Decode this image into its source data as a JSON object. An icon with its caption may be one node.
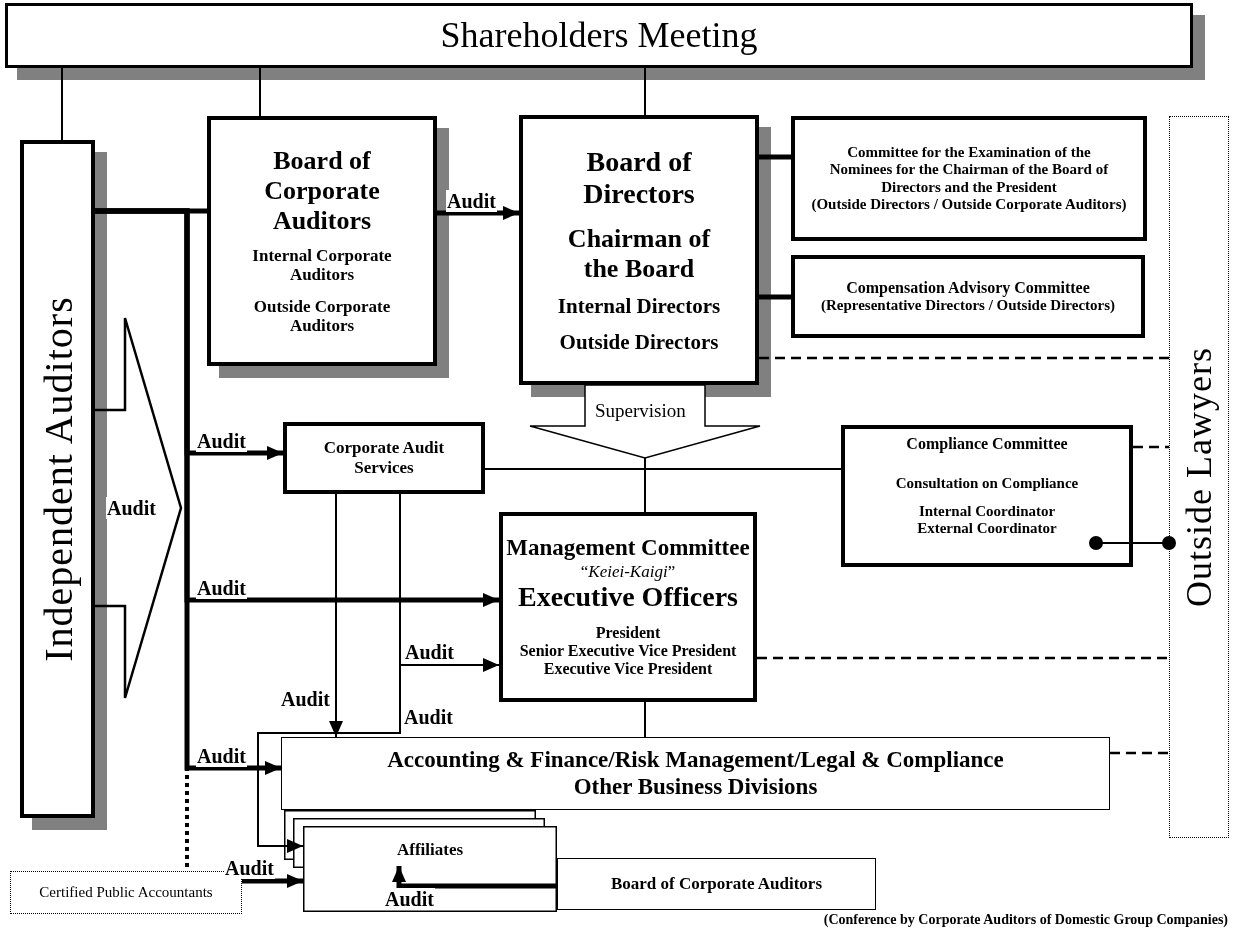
{
  "diagram": {
    "nodes": [
      {
        "text": [
          "Shareholders Meeting"
        ]
      },
      {
        "text": [
          "Independent Auditors"
        ]
      },
      {
        "text": [
          "Board of Corporate Auditors",
          "Internal Corporate Auditors",
          "Outside Corporate Auditors"
        ]
      },
      {
        "text": [
          "Board of Directors",
          "Chairman of the Board",
          "Internal Directors",
          "Outside Directors"
        ]
      },
      {
        "text": [
          "Committee for the Examination of the Nominees for the Chairman of the Board of Directors and the President",
          "(Outside Directors / Outside Corporate Auditors)"
        ]
      },
      {
        "text": [
          "Compensation Advisory Committee",
          "(Representative Directors / Outside Directors)"
        ]
      },
      {
        "text": [
          "Outside Lawyers"
        ]
      },
      {
        "text": [
          "Corporate Audit Services"
        ]
      },
      {
        "text": [
          "Compliance Committee",
          "Consultation on Compliance",
          "Internal Coordinator",
          "External Coordinator"
        ]
      },
      {
        "text": [
          "Management Committee",
          "“*Keiei-Kaigi*”",
          "Executive Officers",
          "President",
          "Senior Executive Vice President",
          "Executive Vice President"
        ]
      },
      {
        "text": [
          "Accounting & Finance/Risk Management/Legal & Compliance",
          "Other Business Divisions"
        ]
      },
      {
        "text": [
          "Affiliates"
        ]
      },
      {
        "text": [
          "Board of Corporate Auditors"
        ]
      },
      {
        "text": [
          "Certified Public Accountants"
        ]
      }
    ],
    "edges": [
      {
        "from": 0,
        "to": 1,
        "arrow": "none"
      },
      {
        "from": 0,
        "to": 2,
        "arrow": "none"
      },
      {
        "from": 0,
        "to": 3,
        "arrow": "none"
      },
      {
        "from": 1,
        "to": 2,
        "arrow": "none",
        "style": "thick"
      },
      {
        "from": 2,
        "to": 3,
        "arrow": "to",
        "label": "Audit",
        "style": "thick"
      },
      {
        "from": 3,
        "to": 4,
        "arrow": "none",
        "style": "thick"
      },
      {
        "from": 3,
        "to": 5,
        "arrow": "none",
        "style": "thick"
      },
      {
        "from": 3,
        "to": 6,
        "arrow": "none",
        "style": "dashed"
      },
      {
        "from": 1,
        "to": 7,
        "arrow": "to",
        "label": "Audit",
        "style": "thick"
      },
      {
        "from": 1,
        "to": 9,
        "arrow": "to",
        "label": "Audit",
        "style": "thick"
      },
      {
        "from": 1,
        "to": 10,
        "arrow": "to",
        "label": "Audit",
        "style": "thick"
      },
      {
        "from": 1,
        "to": 13,
        "arrow": "none",
        "style": "dashed"
      },
      {
        "from": 3,
        "to": null,
        "arrow": "to",
        "label": "Supervision"
      },
      {
        "from": 7,
        "to": 8,
        "arrow": "none"
      },
      {
        "from": 7,
        "to": 10,
        "arrow": "to",
        "label": "Audit"
      },
      {
        "from": 7,
        "to": 11,
        "arrow": "to",
        "label": "Audit"
      },
      {
        "from": 7,
        "to": 9,
        "arrow": "to",
        "label": "Audit"
      },
      {
        "from": 9,
        "to": 10,
        "arrow": "none"
      },
      {
        "from": 9,
        "to": 6,
        "arrow": "none",
        "style": "dashed"
      },
      {
        "from": 8,
        "to": 6,
        "arrow": "none",
        "style": "dashed"
      },
      {
        "from": 8,
        "to": 6,
        "arrow": "other"
      },
      {
        "from": 10,
        "to": 6,
        "arrow": "none",
        "style": "dashed"
      },
      {
        "from": 13,
        "to": 11,
        "arrow": "to",
        "label": "Audit",
        "style": "thick"
      },
      {
        "from": 12,
        "to": 11,
        "arrow": "to",
        "label": "Audit",
        "style": "thick"
      },
      {
        "from": 1,
        "to": null,
        "arrow": "to",
        "label": "Audit"
      },
      {
        "from": null,
        "to": 9,
        "arrow": "none"
      }
    ],
    "labels": [
      "(Conference by Corporate Auditors of Domestic Group Companies)"
    ]
  }
}
